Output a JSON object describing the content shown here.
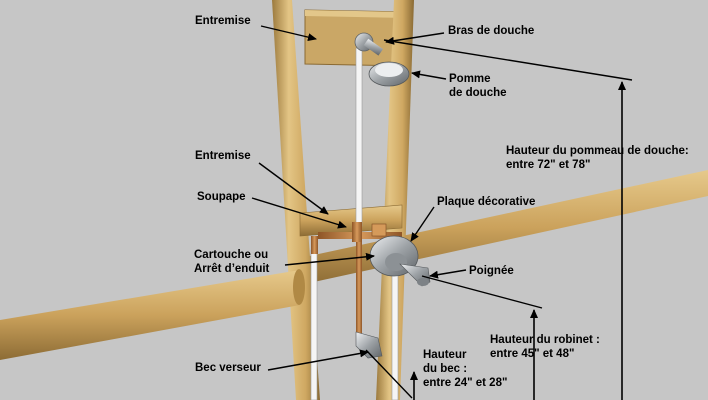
{
  "labels": {
    "entremise_top": "Entremise",
    "bras_de_douche": "Bras de douche",
    "pomme_de_douche": "Pomme\nde douche",
    "entremise_middle": "Entremise",
    "soupape": "Soupape",
    "plaque_decorative": "Plaque décorative",
    "cartouche": "Cartouche ou\nArrêt d’enduit",
    "poignee": "Poignée",
    "hauteur_pommeau": "Hauteur du pommeau de douche:\nentre 72\" et 78\"",
    "hauteur_robinet": "Hauteur du robinet :\nentre 45\" et 48\"",
    "hauteur_bec": "Hauteur\ndu bec :\nentre 24\" et 28\"",
    "bec_verseur": "Bec verseur"
  },
  "colors": {
    "background": "#c6c6c6",
    "wood": "#d4b06a",
    "copper": "#b77a3f",
    "chrome": "#a4a9ad",
    "pipe": "#f2f2f2"
  }
}
